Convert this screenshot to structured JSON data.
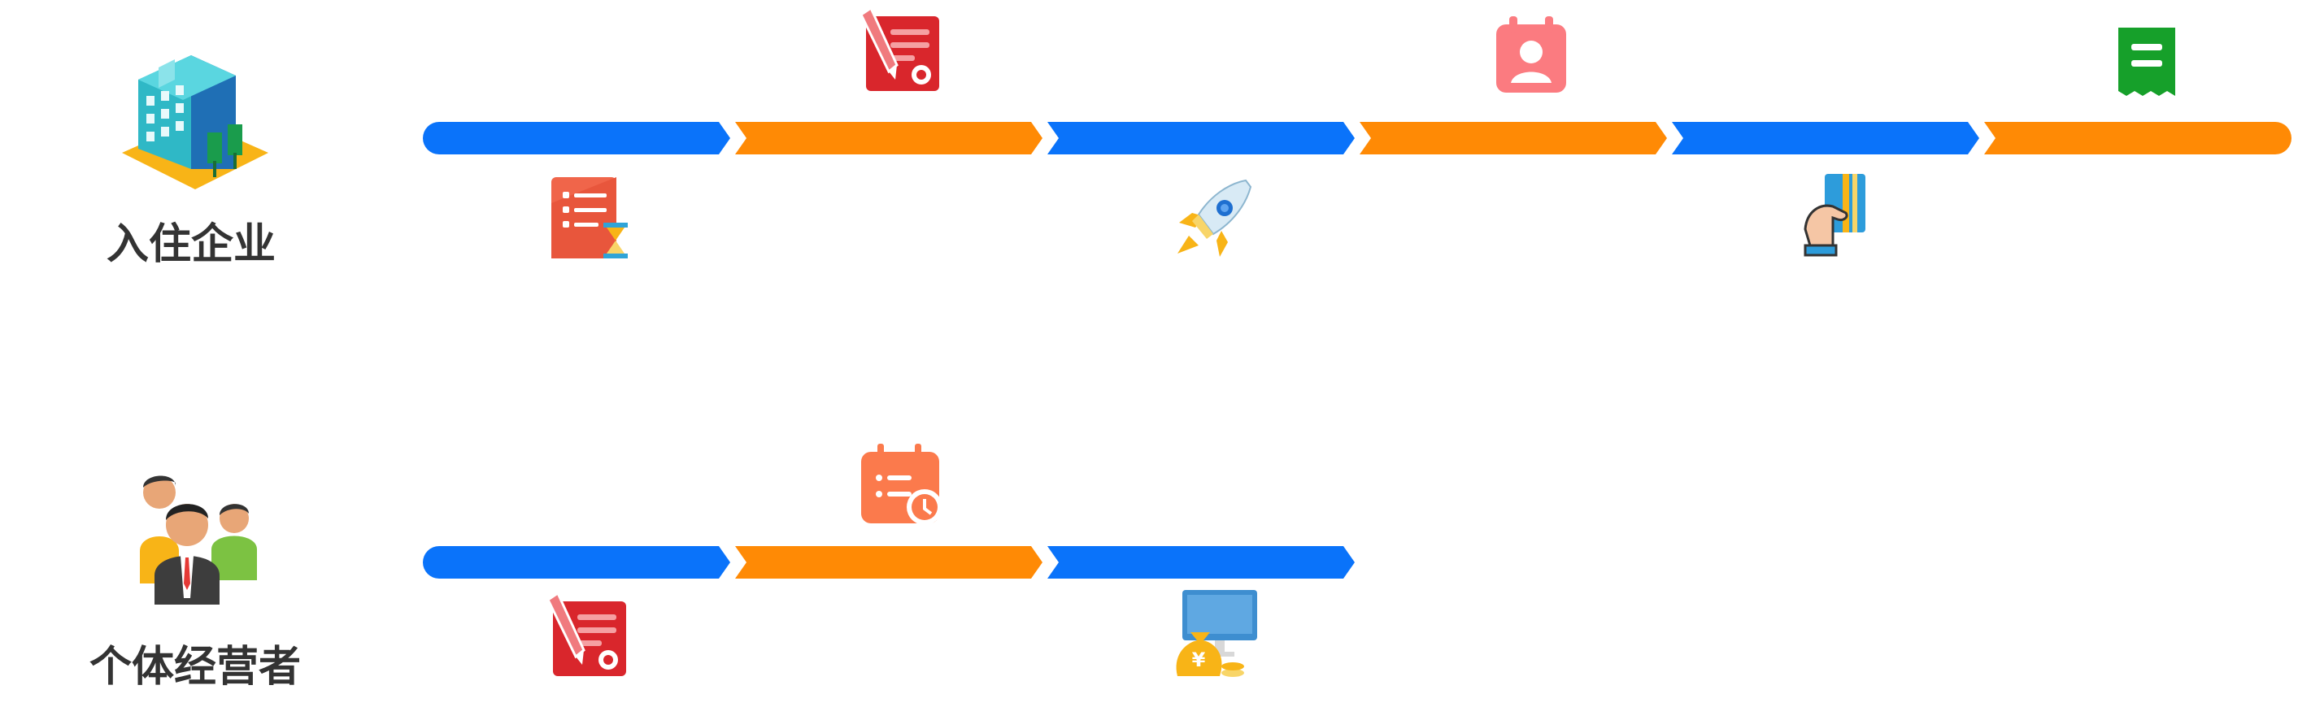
{
  "actors": [
    {
      "id": "company",
      "label": "入住企业",
      "icon": "office-building-icon",
      "step_icons": [
        "document-hourglass-icon",
        "signed-certificate-icon",
        "rocket-icon",
        "contact-card-icon",
        "card-payment-icon",
        "receipt-icon"
      ]
    },
    {
      "id": "individual",
      "label": "个体经营者",
      "icon": "people-group-icon",
      "step_icons": [
        "signed-certificate-icon",
        "calendar-clock-icon",
        "money-computer-icon"
      ]
    }
  ],
  "colors": {
    "blue": "#0A73FA",
    "orange": "#FF8A05",
    "label": "#333333"
  }
}
